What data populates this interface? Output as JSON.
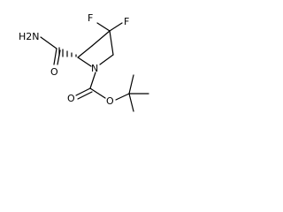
{
  "atoms": {
    "f_upper": "F",
    "f_right": "F",
    "amide_n": "H2N",
    "amide_o": "O",
    "ring_n": "N",
    "carbamate_o_dbl": "O",
    "carbamate_o_single": "O"
  },
  "colors": {
    "bond": "#000000",
    "background": "#ffffff"
  }
}
